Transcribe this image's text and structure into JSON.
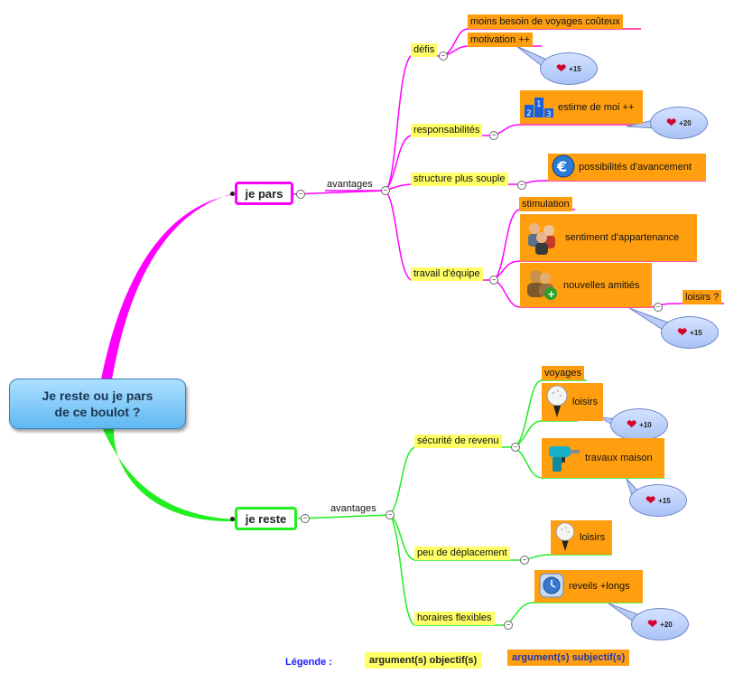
{
  "root": {
    "line1": "Je reste ou je pars",
    "line2": "de ce boulot ?"
  },
  "pars": {
    "label": "je pars",
    "avantages": "avantages",
    "defis": {
      "label": "défis",
      "items": [
        "moins besoin de voyages coûteux",
        "motivation ++"
      ],
      "score": "+15"
    },
    "responsabilites": {
      "label": "responsabilités",
      "item": "estime de moi ++",
      "score": "+20"
    },
    "structure": {
      "label": "structure plus souple",
      "item": "possibilités d'avancement"
    },
    "equipe": {
      "label": "travail d'équipe",
      "stimulation": "stimulation",
      "appartenance": "sentiment d'appartenance",
      "amities": "nouvelles amitiés",
      "loisirs": "loisirs ?",
      "score": "+15"
    }
  },
  "reste": {
    "label": "je reste",
    "avantages": "avantages",
    "securite": {
      "label": "sécurité de revenu",
      "voyages": "voyages",
      "loisirs": "loisirs",
      "loisirs_score": "+10",
      "travaux": "travaux maison",
      "travaux_score": "+15"
    },
    "deplacement": {
      "label": "peu de déplacement",
      "item": "loisirs"
    },
    "horaires": {
      "label": "horaires flexibles",
      "item": "reveils +longs",
      "score": "+20"
    }
  },
  "legend": {
    "title": "Légende :",
    "objective": "argument(s) objectif(s)",
    "subjective": "argument(s) subjectif(s)"
  },
  "colors": {
    "pars": "#ff00ff",
    "reste": "#22ee22",
    "objective": "#ffff66",
    "subjective": "#ff9f10"
  }
}
